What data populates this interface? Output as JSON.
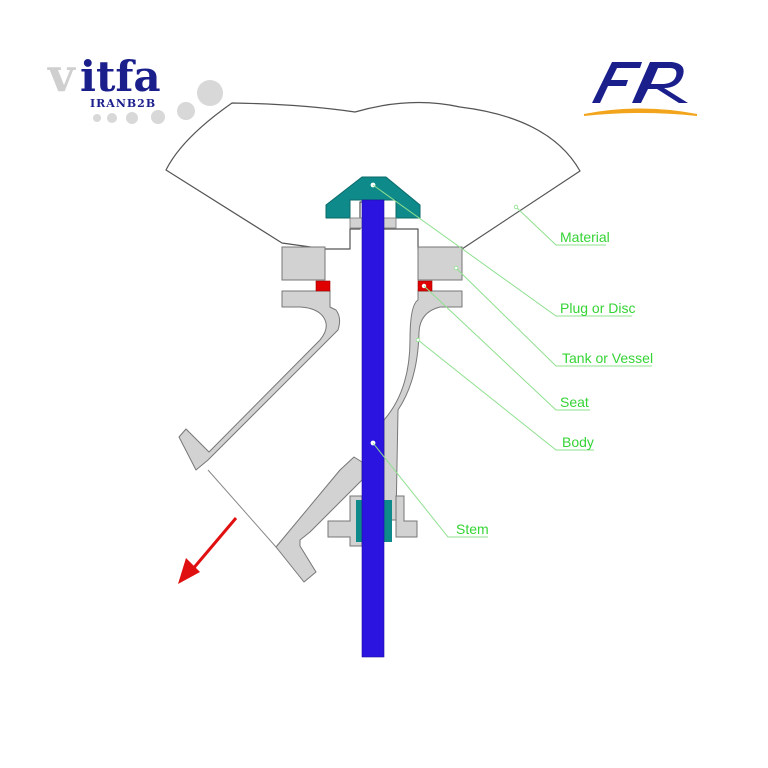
{
  "logo_left": {
    "brand": "vitfa",
    "brand_v": "v",
    "brand_rest": "itfa",
    "subtitle": "IRANB2B"
  },
  "logo_right": {
    "mark": "FR"
  },
  "labels": {
    "material": "Material",
    "plug": "Plug or Disc",
    "tank": "Tank or Vessel",
    "seat": "Seat",
    "body": "Body",
    "stem": "Stem"
  },
  "colors": {
    "stem": "#2b14e0",
    "plug": "#0f8a8a",
    "seat": "#e00000",
    "body": "#d2d2d2",
    "outline": "#777777",
    "leader": "#8fe08f",
    "label": "#35d435",
    "flow_arrow": "#e01010",
    "logo_blue": "#1b1f8c",
    "logo_orange": "#f2a51c"
  },
  "icons": {
    "flow_direction": "arrow-down-left-icon"
  }
}
